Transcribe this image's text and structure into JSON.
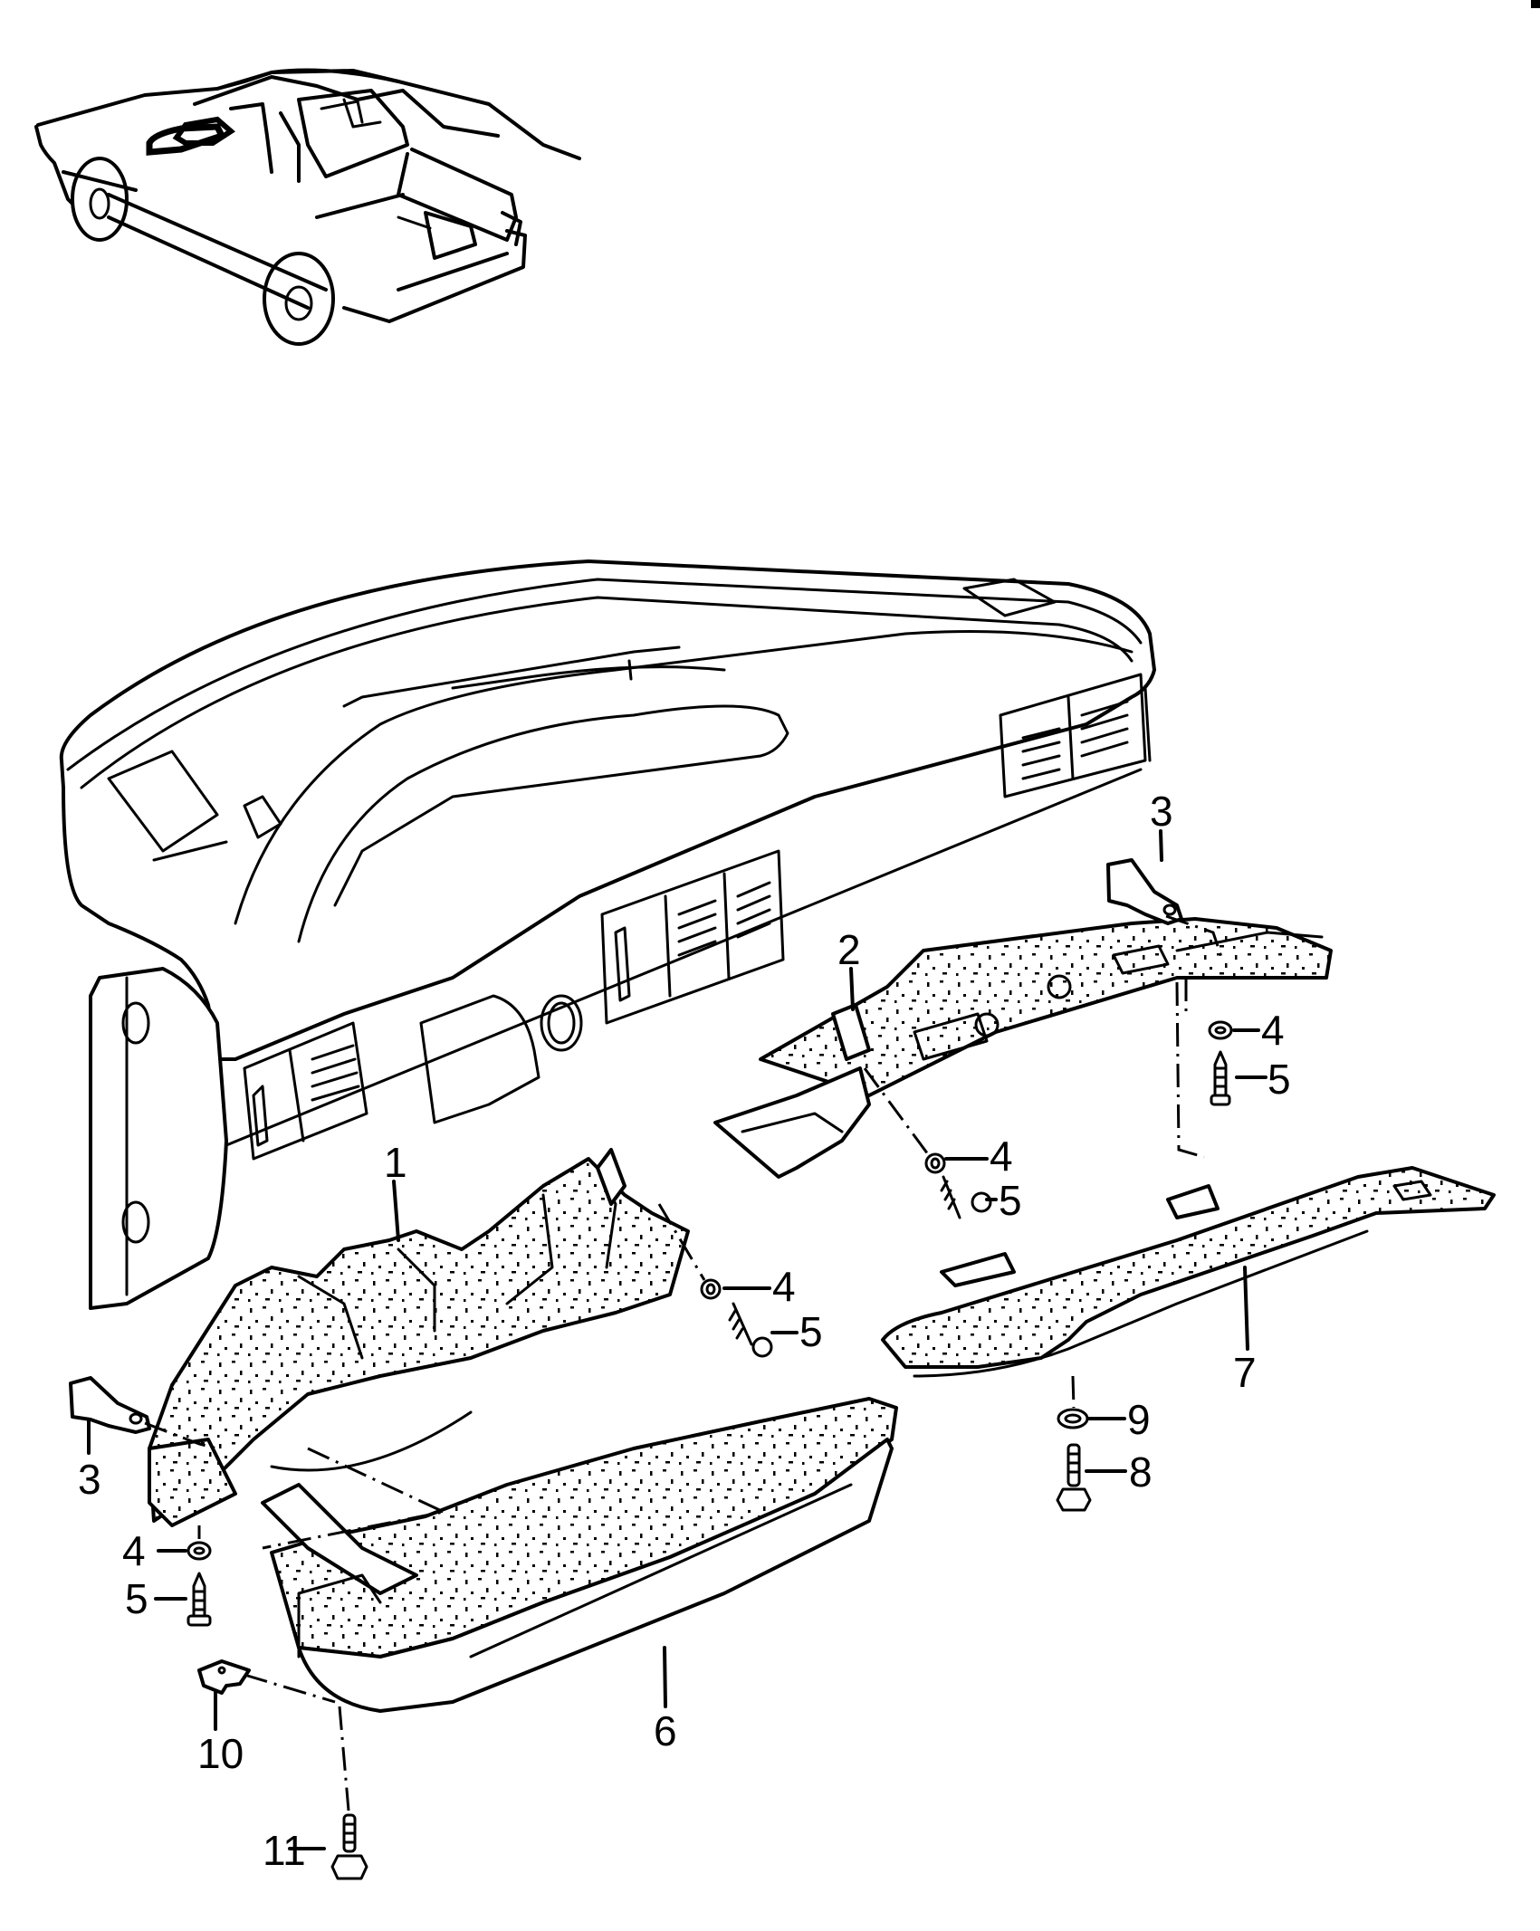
{
  "diagram": {
    "type": "exploded parts diagram",
    "subject": "Dashboard / instrument panel lower trim and insulation",
    "overview_image": "car-sedan-outline with dashboard location highlighted",
    "callouts": [
      {
        "id": "c1",
        "label": "1",
        "part": "left lower footwell insulation / trim"
      },
      {
        "id": "c2",
        "label": "2",
        "part": "right lower insulation panel with vent duct"
      },
      {
        "id": "c3a",
        "label": "3",
        "part": "retaining bracket (right)"
      },
      {
        "id": "c3b",
        "label": "3",
        "part": "retaining bracket (left)"
      },
      {
        "id": "c4a",
        "label": "4",
        "part": "washer"
      },
      {
        "id": "c4b",
        "label": "4",
        "part": "washer"
      },
      {
        "id": "c4c",
        "label": "4",
        "part": "washer"
      },
      {
        "id": "c4d",
        "label": "4",
        "part": "washer"
      },
      {
        "id": "c5a",
        "label": "5",
        "part": "tapping screw"
      },
      {
        "id": "c5b",
        "label": "5",
        "part": "tapping screw"
      },
      {
        "id": "c5c",
        "label": "5",
        "part": "tapping screw"
      },
      {
        "id": "c5d",
        "label": "5",
        "part": "tapping screw"
      },
      {
        "id": "c6",
        "label": "6",
        "part": "lower trim panel (driver side)"
      },
      {
        "id": "c7",
        "label": "7",
        "part": "cross support / insulation strip"
      },
      {
        "id": "c8",
        "label": "8",
        "part": "hex bolt"
      },
      {
        "id": "c9",
        "label": "9",
        "part": "washer"
      },
      {
        "id": "c10",
        "label": "10",
        "part": "clip / bracket"
      },
      {
        "id": "c11",
        "label": "11",
        "part": "hex flange bolt"
      }
    ]
  }
}
